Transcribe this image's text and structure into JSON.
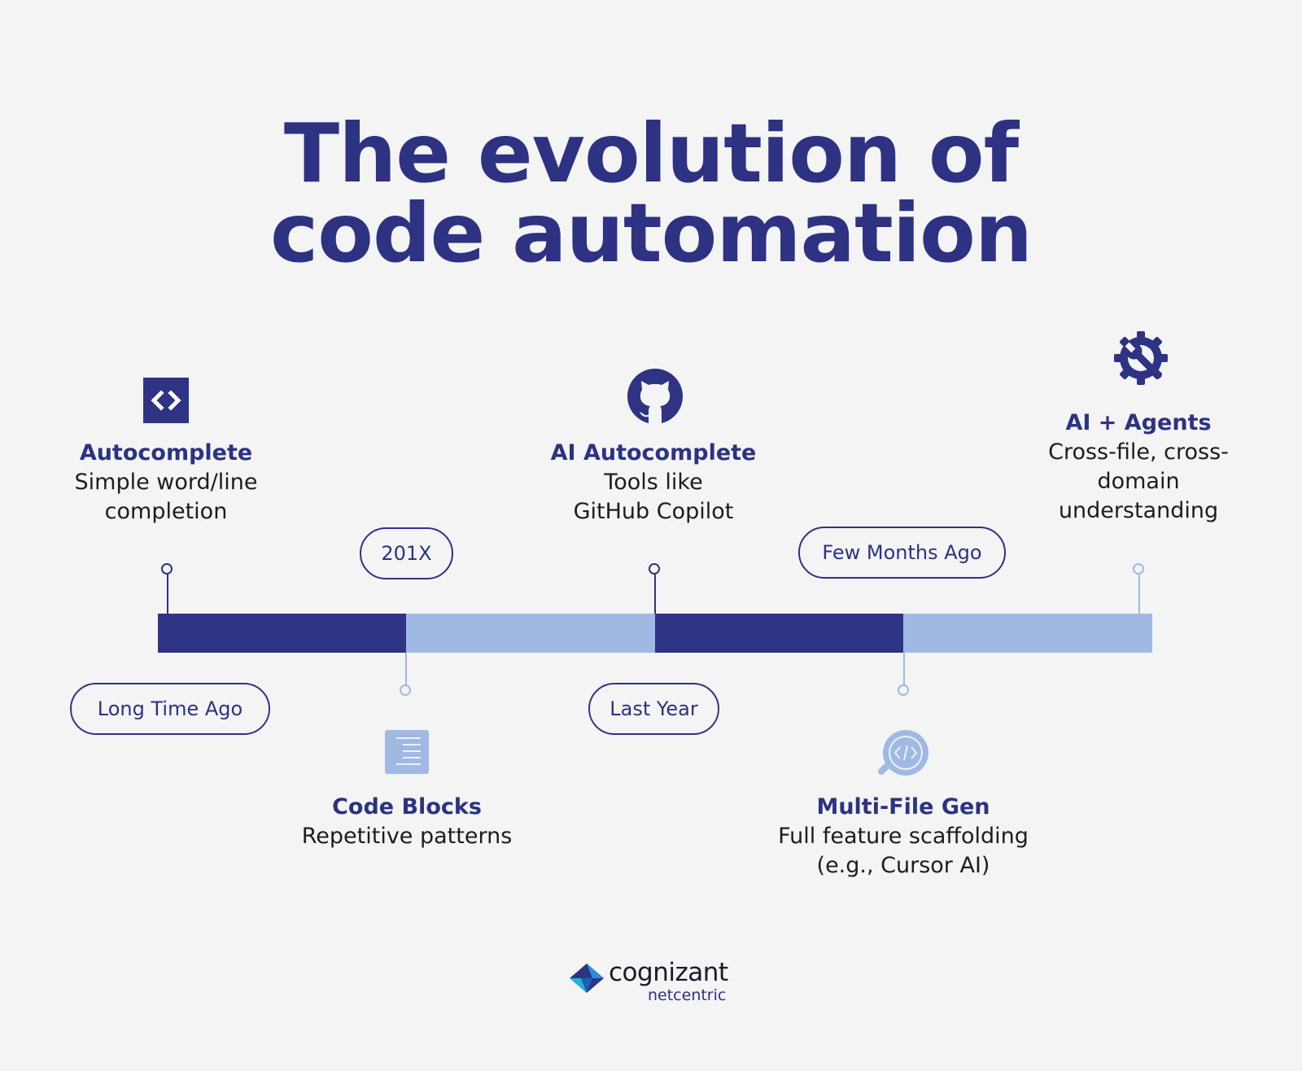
{
  "title": {
    "line1": "The evolution of",
    "line2": "code automation"
  },
  "colors": {
    "dark_blue": "#2e3383",
    "light_blue": "#9fb9e2",
    "background": "#f4f4f4"
  },
  "timeline": {
    "periods": [
      "Long Time Ago",
      "201X",
      "Last Year",
      "Few Months Ago"
    ]
  },
  "milestones": [
    {
      "title": "Autocomplete",
      "desc_lines": [
        "Simple word/line",
        "completion"
      ],
      "icon": "code-brackets-icon"
    },
    {
      "title": "Code Blocks",
      "desc_lines": [
        "Repetitive patterns"
      ],
      "icon": "document-lines-icon"
    },
    {
      "title": "AI Autocomplete",
      "desc_lines": [
        "Tools like",
        "GitHub Copilot"
      ],
      "icon": "github-icon"
    },
    {
      "title": "Multi-File Gen",
      "desc_lines": [
        "Full feature scaffolding",
        "(e.g., Cursor AI)"
      ],
      "icon": "code-search-icon"
    },
    {
      "title": "AI + Agents",
      "desc_lines": [
        "Cross-file, cross-",
        "domain",
        "understanding"
      ],
      "icon": "gear-wrench-icon"
    }
  ],
  "logo": {
    "word": "cognizant",
    "sub": "netcentric"
  }
}
